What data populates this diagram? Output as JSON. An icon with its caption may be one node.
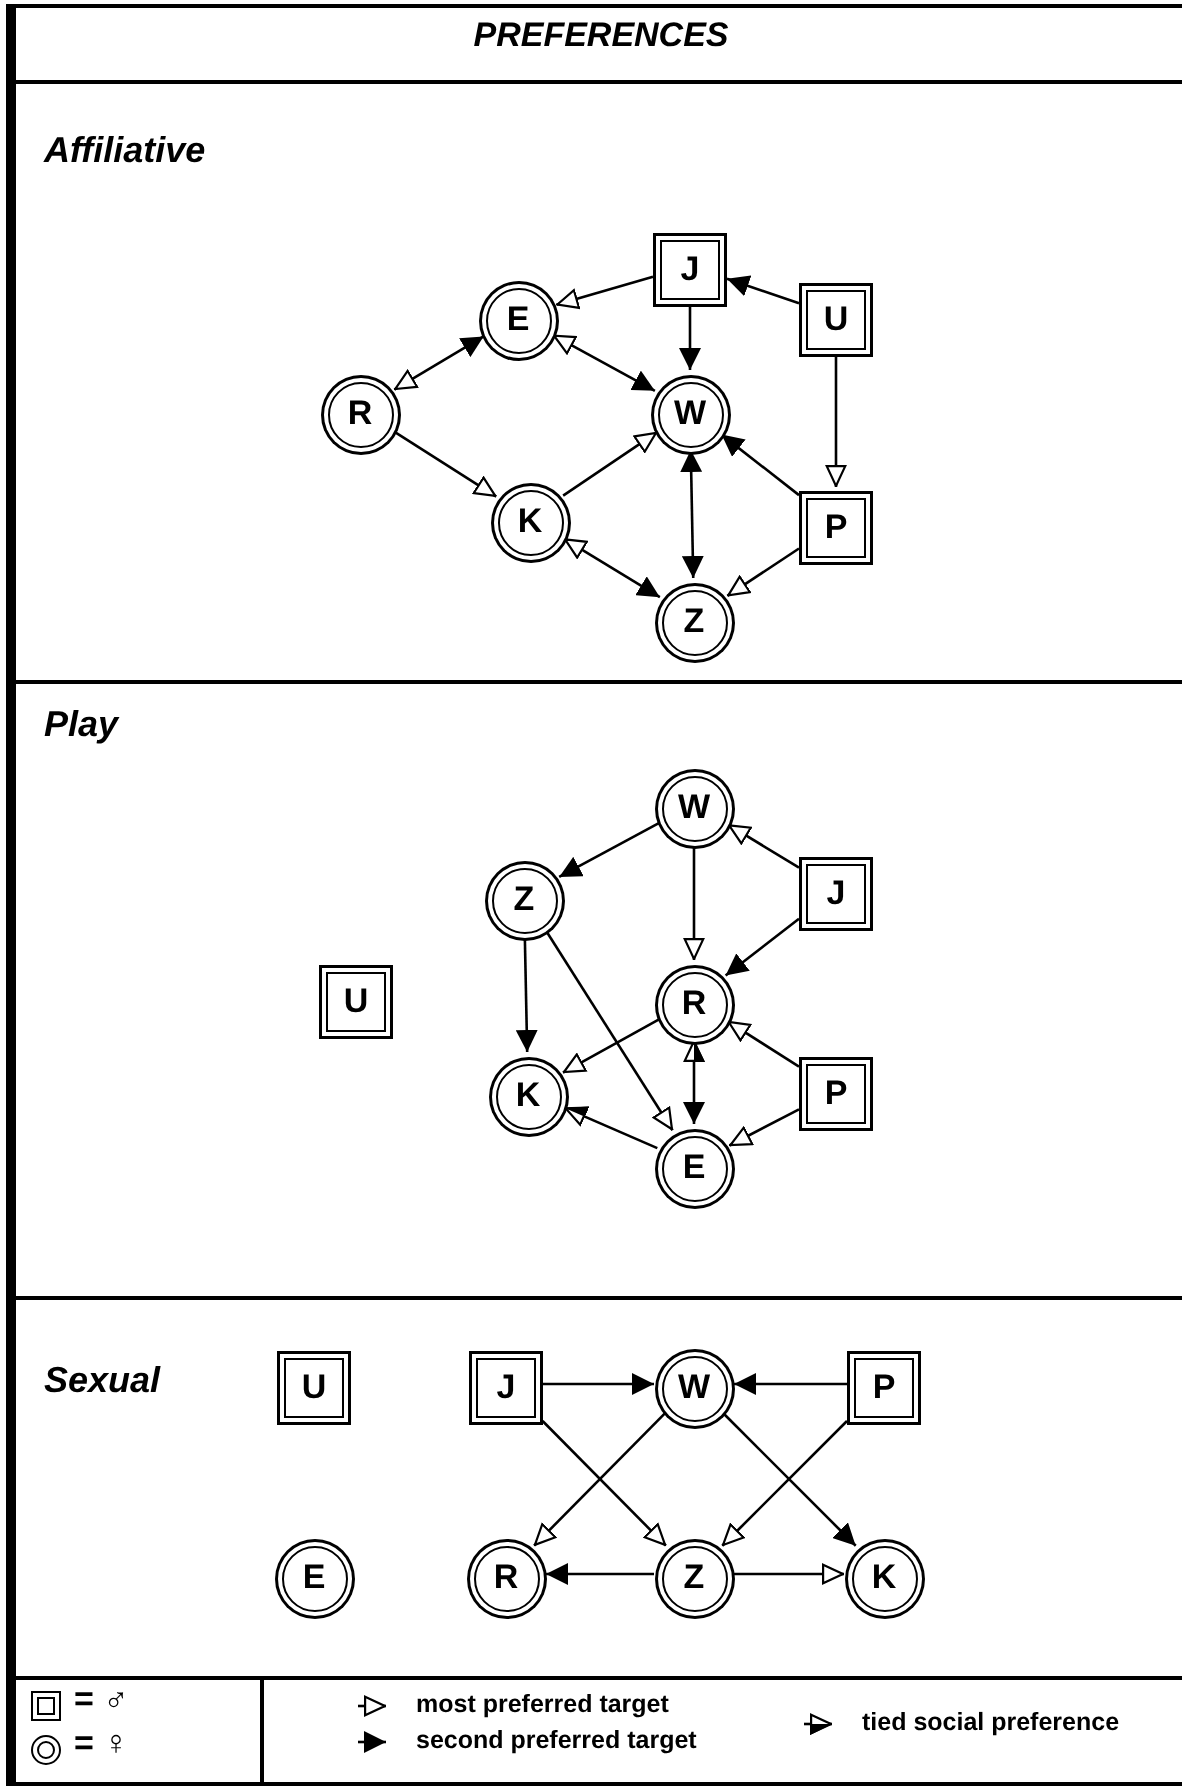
{
  "diagram": {
    "title": "PREFERENCES",
    "nodes": [
      {
        "text": [
          "Affiliative"
        ]
      },
      {
        "text": [
          "J"
        ],
        "in": 0
      },
      {
        "text": [
          "E"
        ],
        "in": 0
      },
      {
        "text": [
          "U"
        ],
        "in": 0
      },
      {
        "text": [
          "R"
        ],
        "in": 0
      },
      {
        "text": [
          "W"
        ],
        "in": 0
      },
      {
        "text": [
          "K"
        ],
        "in": 0
      },
      {
        "text": [
          "P"
        ],
        "in": 0
      },
      {
        "text": [
          "Z"
        ],
        "in": 0
      },
      {
        "text": [
          "Play"
        ]
      },
      {
        "text": [
          "W"
        ],
        "in": 9
      },
      {
        "text": [
          "Z"
        ],
        "in": 9
      },
      {
        "text": [
          "J"
        ],
        "in": 9
      },
      {
        "text": [
          "U"
        ],
        "in": 9
      },
      {
        "text": [
          "R"
        ],
        "in": 9
      },
      {
        "text": [
          "K"
        ],
        "in": 9
      },
      {
        "text": [
          "P"
        ],
        "in": 9
      },
      {
        "text": [
          "E"
        ],
        "in": 9
      },
      {
        "text": [
          "Sexual"
        ]
      },
      {
        "text": [
          "U"
        ],
        "in": 18
      },
      {
        "text": [
          "J"
        ],
        "in": 18
      },
      {
        "text": [
          "W"
        ],
        "in": 18
      },
      {
        "text": [
          "P"
        ],
        "in": 18
      },
      {
        "text": [
          "E"
        ],
        "in": 18
      },
      {
        "text": [
          "R"
        ],
        "in": 18
      },
      {
        "text": [
          "Z"
        ],
        "in": 18
      },
      {
        "text": [
          "K"
        ],
        "in": 18
      }
    ],
    "edges": [
      {
        "from": 1,
        "to": 2,
        "arrow": "to"
      },
      {
        "from": 1,
        "to": 5,
        "arrow": "to"
      },
      {
        "from": 3,
        "to": 1,
        "arrow": "to"
      },
      {
        "from": 3,
        "to": 7,
        "arrow": "to"
      },
      {
        "from": 4,
        "to": 2,
        "arrow": "both"
      },
      {
        "from": 2,
        "to": 5,
        "arrow": "both"
      },
      {
        "from": 4,
        "to": 6,
        "arrow": "to"
      },
      {
        "from": 6,
        "to": 5,
        "arrow": "to"
      },
      {
        "from": 7,
        "to": 5,
        "arrow": "to"
      },
      {
        "from": 5,
        "to": 8,
        "arrow": "both"
      },
      {
        "from": 6,
        "to": 8,
        "arrow": "both"
      },
      {
        "from": 7,
        "to": 8,
        "arrow": "to"
      },
      {
        "from": 10,
        "to": 11,
        "arrow": "to"
      },
      {
        "from": 12,
        "to": 10,
        "arrow": "to"
      },
      {
        "from": 10,
        "to": 14,
        "arrow": "to"
      },
      {
        "from": 12,
        "to": 14,
        "arrow": "to"
      },
      {
        "from": 11,
        "to": 15,
        "arrow": "to"
      },
      {
        "from": 11,
        "to": 17,
        "arrow": "to"
      },
      {
        "from": 14,
        "to": 15,
        "arrow": "to"
      },
      {
        "from": 16,
        "to": 14,
        "arrow": "to"
      },
      {
        "from": 14,
        "to": 17,
        "arrow": "both"
      },
      {
        "from": 17,
        "to": 15,
        "arrow": "to"
      },
      {
        "from": 16,
        "to": 17,
        "arrow": "to"
      },
      {
        "from": 20,
        "to": 21,
        "arrow": "to"
      },
      {
        "from": 22,
        "to": 21,
        "arrow": "to"
      },
      {
        "from": 21,
        "to": 24,
        "arrow": "to"
      },
      {
        "from": 20,
        "to": 25,
        "arrow": "to"
      },
      {
        "from": 22,
        "to": 25,
        "arrow": "to"
      },
      {
        "from": 21,
        "to": 26,
        "arrow": "to"
      },
      {
        "from": 25,
        "to": 24,
        "arrow": "to"
      },
      {
        "from": 25,
        "to": 26,
        "arrow": "to"
      }
    ],
    "legend": [
      {
        "text": "= ♂"
      },
      {
        "text": "= ♀"
      },
      {
        "text": "most preferred target"
      },
      {
        "text": "second preferred target"
      },
      {
        "text": "tied social preference"
      }
    ]
  }
}
